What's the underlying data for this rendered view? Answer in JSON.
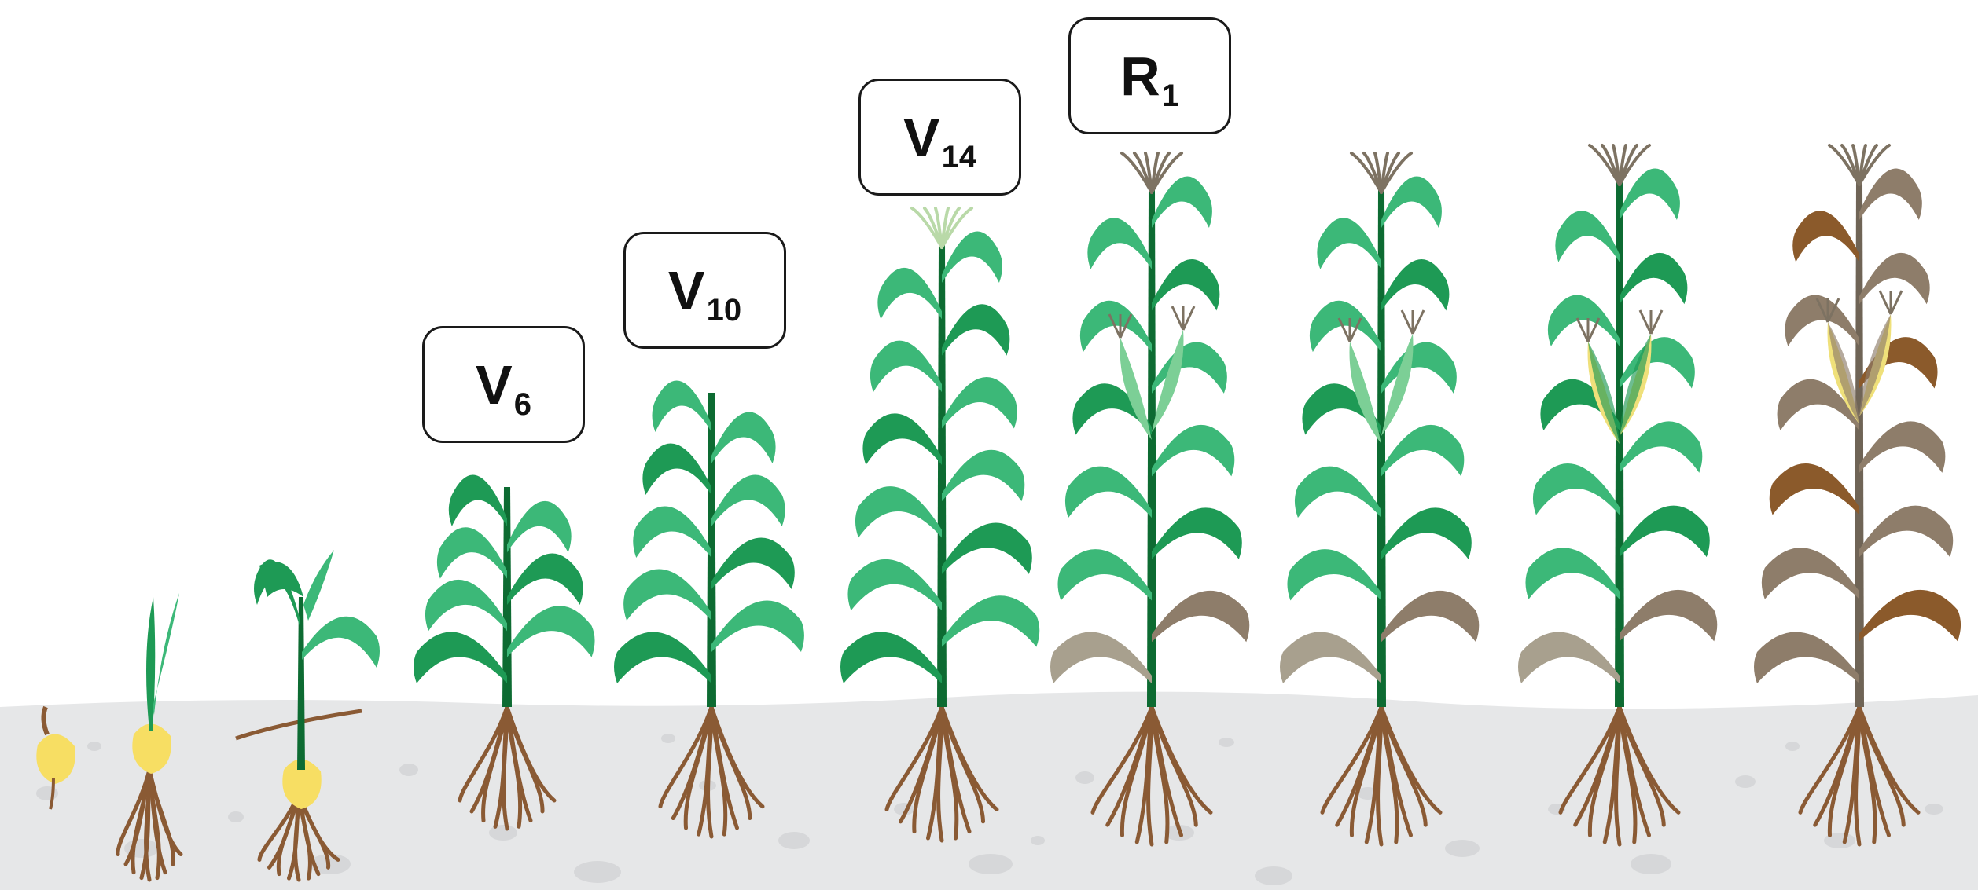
{
  "stages": [
    {
      "letter": "V",
      "number": "6"
    },
    {
      "letter": "V",
      "number": "10"
    },
    {
      "letter": "V",
      "number": "14"
    },
    {
      "letter": "R",
      "number": "1"
    }
  ],
  "colors": {
    "background": "#ffffff",
    "soil": "#e6e7e8",
    "soil_pebble": "#d2d3d5",
    "leaf_light": "#3cb878",
    "leaf_mid": "#1e9a55",
    "stalk_dark": "#0d6b32",
    "root": "#8a5a34",
    "seed": "#f7de63",
    "senescent_leaf": "#a8a08e",
    "dry_leaf": "#8e7d6a",
    "brown_leaf": "#8b5a2b",
    "tassel": "#7d7262",
    "ear_kernels": "#efe07a"
  },
  "icons": [
    "maize-seed-icon",
    "maize-plant-icon",
    "root-system-icon",
    "tassel-icon",
    "ear-icon"
  ]
}
